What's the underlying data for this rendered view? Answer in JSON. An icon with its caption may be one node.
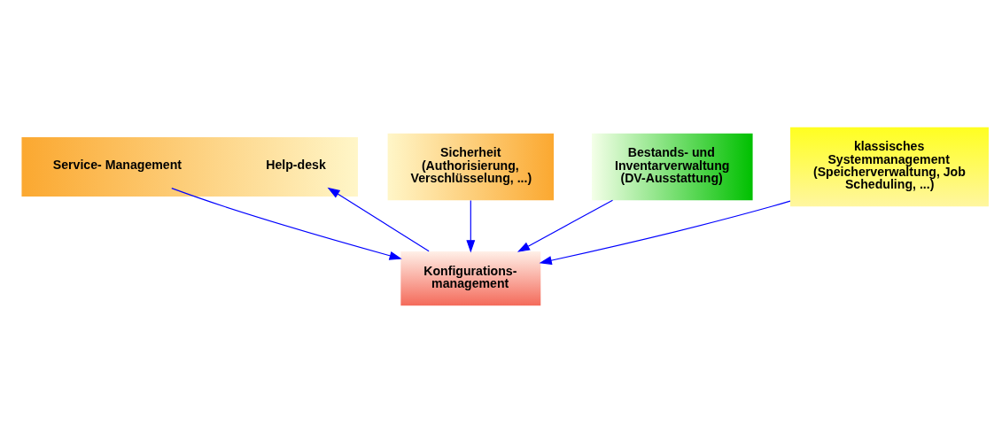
{
  "diagram": {
    "nodes": [
      {
        "text": [],
        "shape": "box"
      },
      {
        "text": [
          "Help-desk"
        ],
        "in": 0
      },
      {
        "text": [
          "Service- Management"
        ],
        "in": 0
      },
      {
        "text": [
          "Konfigurations- management"
        ]
      },
      {
        "text": [
          "Sicherheit (Authorisierung, Verschlüsselung, ...)"
        ]
      },
      {
        "text": [
          "Bestands- und Inventarverwaltung (DV-Ausstattung)"
        ]
      },
      {
        "text": [
          "klassisches Systemmanagement (Speicherverwaltung, Job Scheduling, ...)"
        ]
      }
    ],
    "edges": [
      {
        "from": 3,
        "to": 1,
        "arrow": "to"
      },
      {
        "from": 2,
        "to": 3,
        "arrow": "to"
      },
      {
        "from": 4,
        "to": 3,
        "arrow": "to"
      },
      {
        "from": 5,
        "to": 3,
        "arrow": "to"
      },
      {
        "from": 6,
        "to": 3,
        "arrow": "to"
      }
    ]
  }
}
